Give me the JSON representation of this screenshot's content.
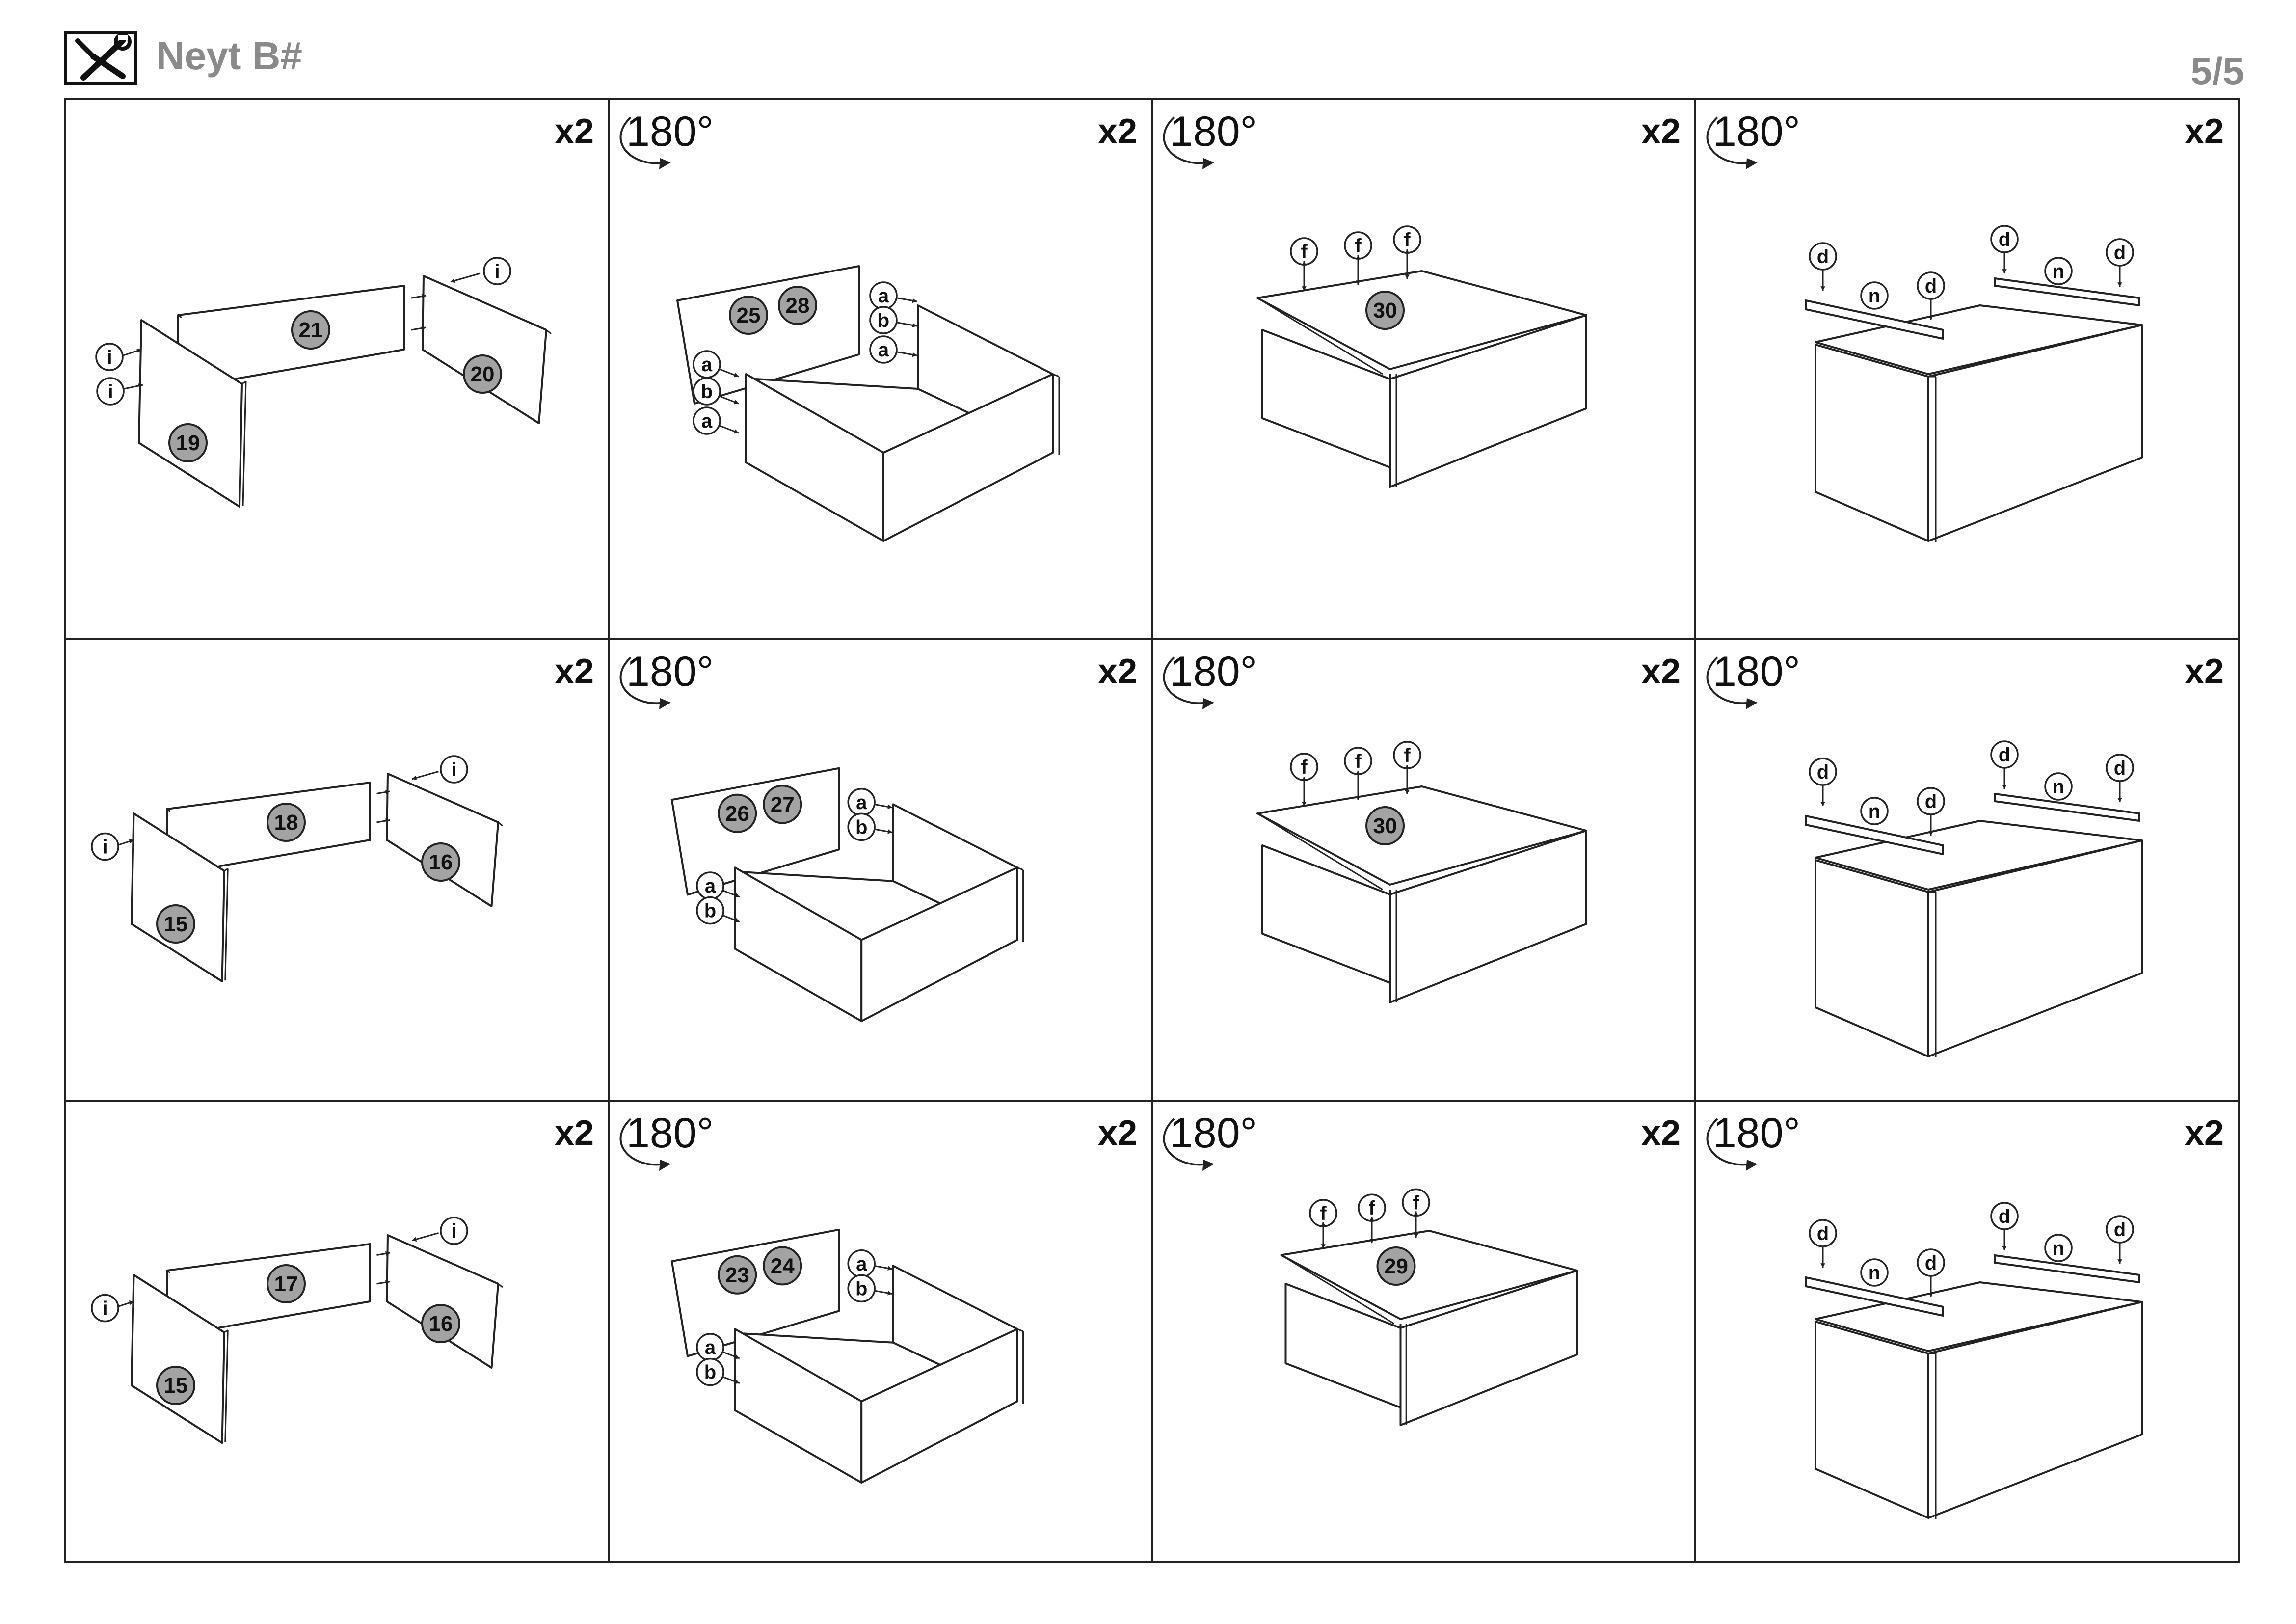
{
  "header": {
    "title": "Neyt B#",
    "page": "5/5",
    "icon": "tools-icon"
  },
  "rows": [
    {
      "cells": [
        {
          "step": "panels",
          "qty": "x2",
          "rotation": "",
          "parts": [
            "21",
            "20",
            "19"
          ],
          "fittings": [
            "i",
            "i",
            "i"
          ]
        },
        {
          "step": "box",
          "qty": "x2",
          "rotation": "180°",
          "parts": [
            "25",
            "28"
          ],
          "fittings": [
            "a",
            "b",
            "a",
            "a",
            "b",
            "a"
          ]
        },
        {
          "step": "bottom",
          "qty": "x2",
          "rotation": "180°",
          "parts": [
            "30"
          ],
          "fittings": [
            "f",
            "f",
            "f"
          ]
        },
        {
          "step": "runners",
          "qty": "x2",
          "rotation": "180°",
          "parts": [],
          "fittings": [
            "d",
            "n",
            "d",
            "d",
            "n",
            "d"
          ]
        }
      ]
    },
    {
      "cells": [
        {
          "step": "panels",
          "qty": "x2",
          "rotation": "",
          "parts": [
            "18",
            "16",
            "15"
          ],
          "fittings": [
            "i",
            "i"
          ]
        },
        {
          "step": "box",
          "qty": "x2",
          "rotation": "180°",
          "parts": [
            "26",
            "27"
          ],
          "fittings": [
            "a",
            "b",
            "a",
            "b"
          ]
        },
        {
          "step": "bottom",
          "qty": "x2",
          "rotation": "180°",
          "parts": [
            "30"
          ],
          "fittings": [
            "f",
            "f",
            "f"
          ]
        },
        {
          "step": "runners",
          "qty": "x2",
          "rotation": "180°",
          "parts": [],
          "fittings": [
            "d",
            "n",
            "d",
            "d",
            "n",
            "d"
          ]
        }
      ]
    },
    {
      "cells": [
        {
          "step": "panels",
          "qty": "x2",
          "rotation": "",
          "parts": [
            "17",
            "16",
            "15"
          ],
          "fittings": [
            "i",
            "i"
          ]
        },
        {
          "step": "box",
          "qty": "x2",
          "rotation": "180°",
          "parts": [
            "23",
            "24"
          ],
          "fittings": [
            "a",
            "b",
            "a",
            "b"
          ]
        },
        {
          "step": "bottom",
          "qty": "x2",
          "rotation": "180°",
          "parts": [
            "29"
          ],
          "fittings": [
            "f",
            "f",
            "f"
          ]
        },
        {
          "step": "runners",
          "qty": "x2",
          "rotation": "180°",
          "parts": [],
          "fittings": [
            "d",
            "n",
            "d",
            "d",
            "n",
            "d"
          ]
        }
      ]
    }
  ]
}
